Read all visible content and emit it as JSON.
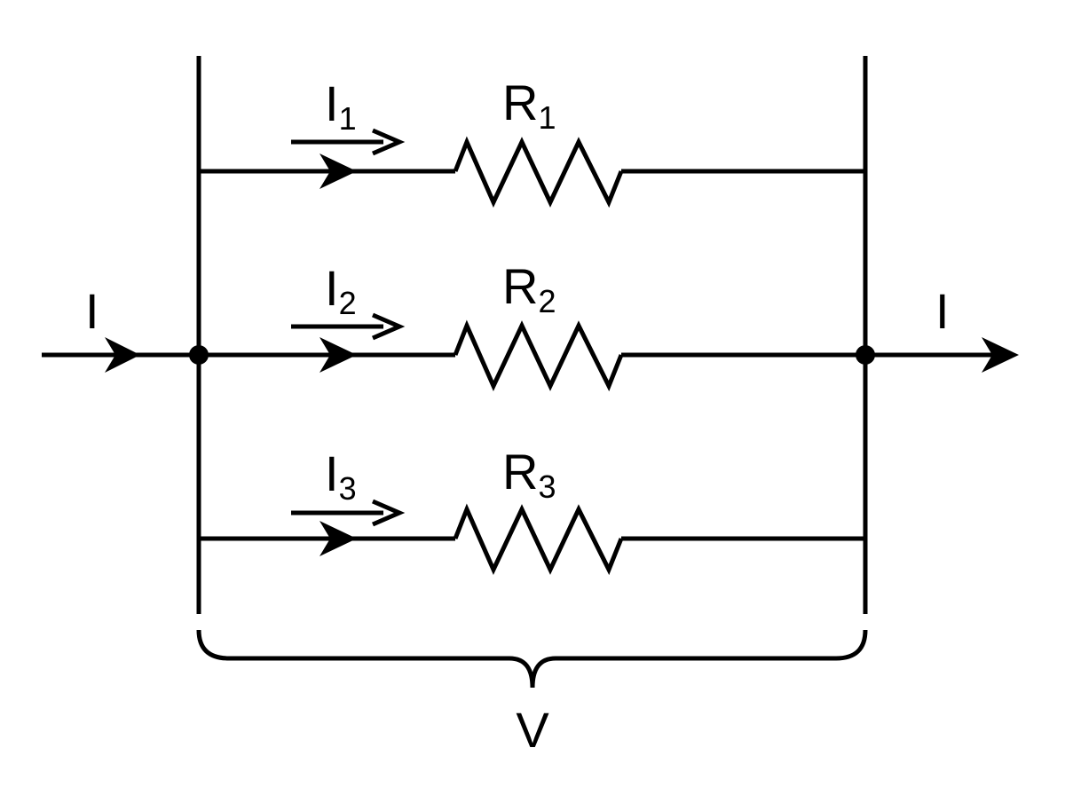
{
  "input_current": {
    "label": "I"
  },
  "output_current": {
    "label": "I"
  },
  "branches": [
    {
      "current": "I",
      "current_sub": "1",
      "resistor": "R",
      "resistor_sub": "1"
    },
    {
      "current": "I",
      "current_sub": "2",
      "resistor": "R",
      "resistor_sub": "2"
    },
    {
      "current": "I",
      "current_sub": "3",
      "resistor": "R",
      "resistor_sub": "3"
    }
  ],
  "voltage": {
    "label": "V"
  }
}
